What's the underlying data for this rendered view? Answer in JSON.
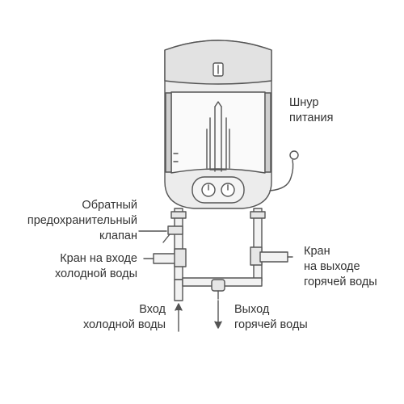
{
  "labels": {
    "power_cord": [
      "Шнур",
      "питания"
    ],
    "check_valve": [
      "Обратный",
      "предохранительный",
      "клапан"
    ],
    "cold_inlet_tap": [
      "Кран на входе",
      "холодной воды"
    ],
    "hot_outlet_tap": [
      "Кран",
      "на выходе",
      "горячей воды"
    ],
    "cold_inlet": [
      "Вход",
      "холодной воды"
    ],
    "hot_outlet": [
      "Выход",
      "горячей воды"
    ]
  },
  "colors": {
    "stroke": "#555555",
    "tank_fill": "#ececec",
    "tank_band": "#dcdcdc",
    "pipe_fill": "#f2f2f2",
    "text": "#333333"
  }
}
